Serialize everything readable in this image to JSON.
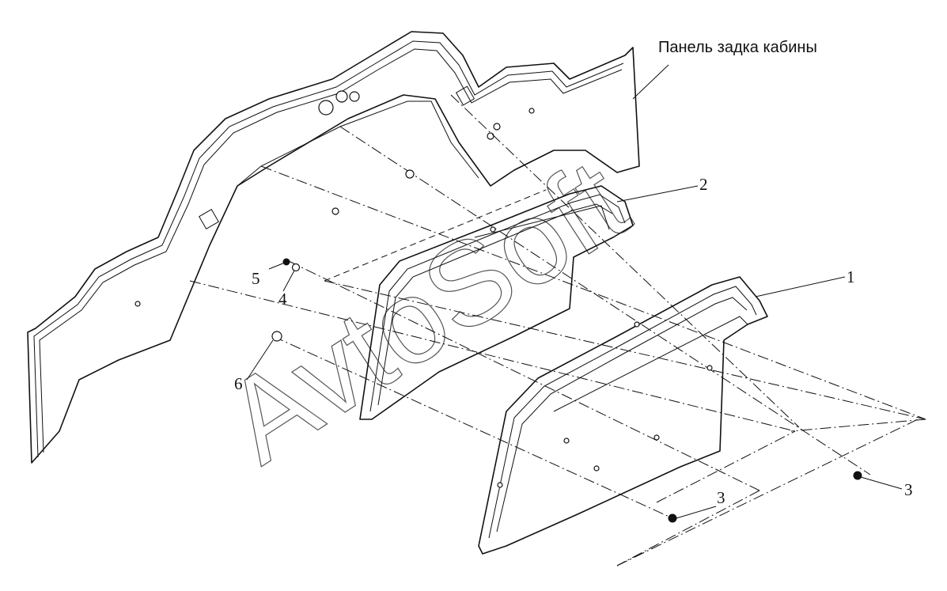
{
  "diagram": {
    "title": "Панель задка кабины",
    "watermark": "AvtoSoft",
    "callouts": [
      {
        "id": "callout-1",
        "label": "1"
      },
      {
        "id": "callout-2",
        "label": "2"
      },
      {
        "id": "callout-3a",
        "label": "3"
      },
      {
        "id": "callout-3b",
        "label": "3"
      },
      {
        "id": "callout-4",
        "label": "4"
      },
      {
        "id": "callout-5",
        "label": "5"
      },
      {
        "id": "callout-6",
        "label": "6"
      }
    ]
  }
}
